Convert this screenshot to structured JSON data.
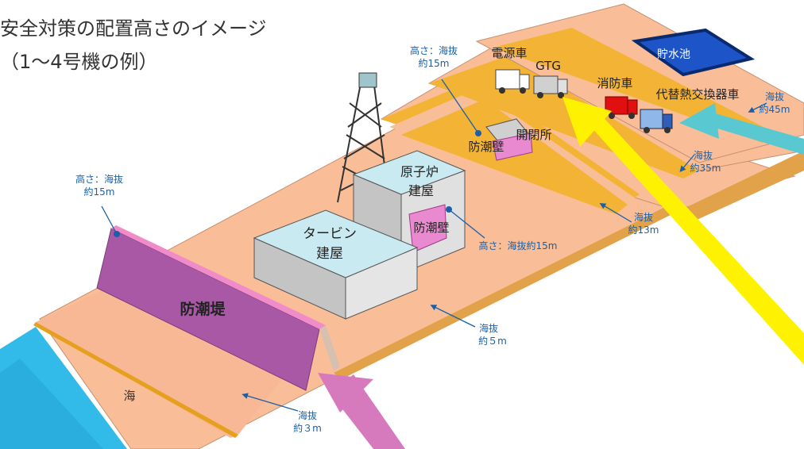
{
  "title": {
    "line1": "安全対策の配置高さのイメージ",
    "line2": "（1～4号機の例）"
  },
  "labels": {
    "sea": "海",
    "seawall": "防潮堤",
    "turbine_building": [
      "タービン",
      "建屋"
    ],
    "reactor_building": [
      "原子炉",
      "建屋"
    ],
    "tidal_wall_reactor": "防潮壁",
    "tidal_wall_switchyard": "防潮壁",
    "switchyard": "開閉所",
    "power_supply_car": "電源車",
    "gtg": "GTG",
    "fire_engine": "消防車",
    "alt_heat_exchanger_car": "代替熱交換器車",
    "water_reservoir": "貯水池"
  },
  "elevations": {
    "seawall_height": [
      "高さ：海抜",
      "約15m"
    ],
    "switchyard_wall_height": [
      "高さ：海抜",
      "約15m"
    ],
    "reactor_wall_height": "高さ：海抜約15m",
    "ground_3m": [
      "海抜",
      "約３m"
    ],
    "ground_5m": [
      "海抜",
      "約５m"
    ],
    "ground_13m": [
      "海抜",
      "約13m"
    ],
    "ground_35m": [
      "海抜",
      "約35m"
    ],
    "ground_45m": [
      "海抜",
      "約45m"
    ]
  },
  "colors": {
    "ground": "#f9be98",
    "step": "#f4b630",
    "seawall": "#a958a6",
    "building": "#c9eaf0",
    "tidal_wall": "#e98ad0",
    "sea": "#32bbe8",
    "reservoir": "#1d55c8",
    "arrow_pink": "#d77abd",
    "arrow_yellow": "#fff200",
    "arrow_cyan": "#5ac8d0",
    "pointer": "#1a5fa8"
  }
}
